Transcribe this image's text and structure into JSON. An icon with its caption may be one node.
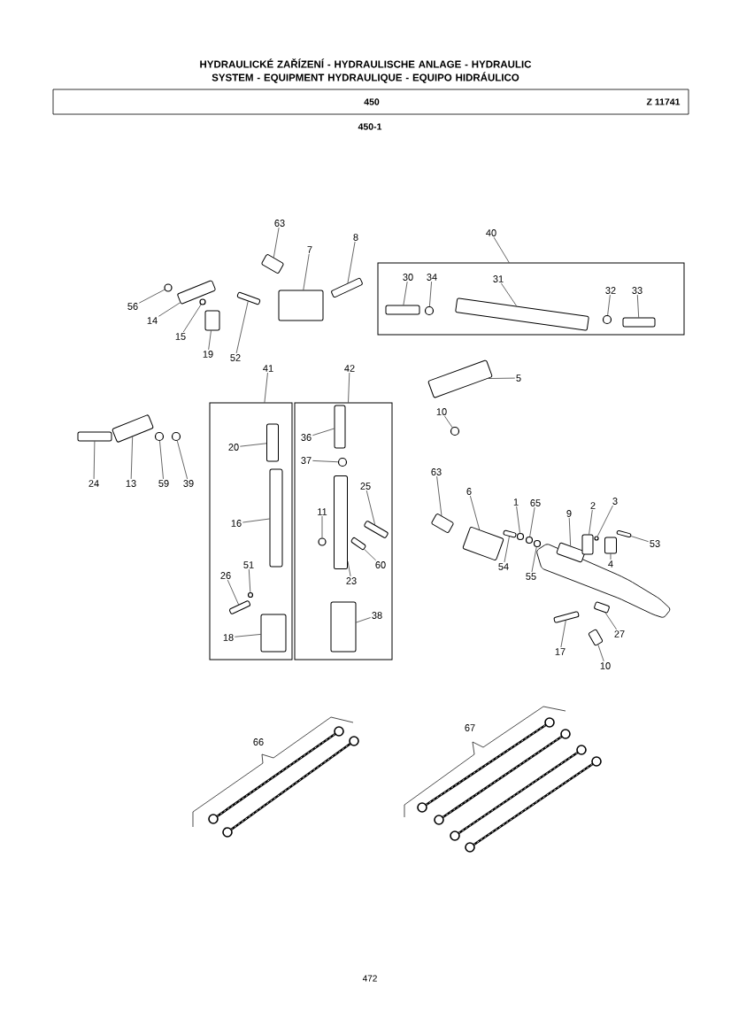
{
  "diagram": {
    "title": "HYDRAULICKÉ ZAŘÍZENÍ - HYDRAULISCHE ANLAGE - HYDRAULIC SYSTEM - EQUIPMENT HYDRAULIQUE - EQUIPO HIDRÁULICO",
    "nodes": [
      {
        "text": [
          "63"
        ]
      },
      {
        "text": [],
        "shape": "box"
      },
      {
        "text": [
          "7"
        ]
      },
      {
        "text": [],
        "shape": "box"
      },
      {
        "text": [
          "8"
        ]
      },
      {
        "text": [],
        "shape": "box"
      },
      {
        "text": [
          "56"
        ]
      },
      {
        "text": [],
        "shape": "circle"
      },
      {
        "text": [
          "14"
        ]
      },
      {
        "text": [],
        "shape": "box"
      },
      {
        "text": [
          "15"
        ]
      },
      {
        "text": [],
        "shape": "circle"
      },
      {
        "text": [
          "19"
        ]
      },
      {
        "text": [],
        "shape": "box"
      },
      {
        "text": [
          "52"
        ]
      },
      {
        "text": [],
        "shape": "box"
      },
      {
        "text": [
          "40"
        ]
      },
      {
        "text": [],
        "shape": "box"
      },
      {
        "text": [
          "30"
        ],
        "in": 17
      },
      {
        "text": [],
        "shape": "box",
        "in": 17
      },
      {
        "text": [
          "34"
        ],
        "in": 17
      },
      {
        "text": [],
        "shape": "circle",
        "in": 17
      },
      {
        "text": [
          "31"
        ],
        "in": 17
      },
      {
        "text": [],
        "shape": "box",
        "in": 17
      },
      {
        "text": [
          "32"
        ],
        "in": 17
      },
      {
        "text": [],
        "shape": "circle",
        "in": 17
      },
      {
        "text": [
          "33"
        ],
        "in": 17
      },
      {
        "text": [],
        "shape": "box",
        "in": 17
      },
      {
        "text": [
          "5"
        ]
      },
      {
        "text": [],
        "shape": "box"
      },
      {
        "text": [
          "41"
        ]
      },
      {
        "text": [],
        "shape": "box"
      },
      {
        "text": [
          "42"
        ]
      },
      {
        "text": [],
        "shape": "box"
      },
      {
        "text": [
          "24"
        ]
      },
      {
        "text": [],
        "shape": "box"
      },
      {
        "text": [
          "13"
        ]
      },
      {
        "text": [],
        "shape": "box"
      },
      {
        "text": [
          "59"
        ]
      },
      {
        "text": [],
        "shape": "circle"
      },
      {
        "text": [
          "39"
        ]
      },
      {
        "text": [],
        "shape": "circle"
      },
      {
        "text": [
          "20"
        ],
        "in": 31
      },
      {
        "text": [],
        "shape": "box",
        "in": 31
      },
      {
        "text": [
          "16"
        ],
        "in": 31
      },
      {
        "text": [],
        "shape": "box",
        "in": 31
      },
      {
        "text": [
          "26"
        ],
        "in": 31
      },
      {
        "text": [],
        "shape": "box",
        "in": 31
      },
      {
        "text": [
          "51"
        ],
        "in": 31
      },
      {
        "text": [],
        "shape": "circle",
        "in": 31
      },
      {
        "text": [
          "18"
        ],
        "in": 31
      },
      {
        "text": [],
        "shape": "box",
        "in": 31
      },
      {
        "text": [
          "36"
        ],
        "in": 33
      },
      {
        "text": [],
        "shape": "box",
        "in": 33
      },
      {
        "text": [
          "37"
        ],
        "in": 33
      },
      {
        "text": [],
        "shape": "circle",
        "in": 33
      },
      {
        "text": [
          "25"
        ],
        "in": 33
      },
      {
        "text": [],
        "shape": "box",
        "in": 33
      },
      {
        "text": [
          "11"
        ],
        "in": 33
      },
      {
        "text": [],
        "shape": "circle",
        "in": 33
      },
      {
        "text": [
          "60"
        ],
        "in": 33
      },
      {
        "text": [],
        "shape": "box",
        "in": 33
      },
      {
        "text": [
          "23"
        ],
        "in": 33
      },
      {
        "text": [],
        "shape": "box",
        "in": 33
      },
      {
        "text": [
          "38"
        ],
        "in": 33
      },
      {
        "text": [],
        "shape": "box",
        "in": 33
      },
      {
        "text": [
          "10"
        ]
      },
      {
        "text": [],
        "shape": "circle"
      },
      {
        "text": [
          "63"
        ]
      },
      {
        "text": [],
        "shape": "box"
      },
      {
        "text": [
          "6"
        ]
      },
      {
        "text": [],
        "shape": "box"
      },
      {
        "text": [
          "1"
        ]
      },
      {
        "text": [],
        "shape": "circle"
      },
      {
        "text": [
          "65"
        ]
      },
      {
        "text": [],
        "shape": "circle"
      },
      {
        "text": [
          "54"
        ]
      },
      {
        "text": [],
        "shape": "box"
      },
      {
        "text": [
          "55"
        ]
      },
      {
        "text": [],
        "shape": "circle"
      },
      {
        "text": [
          "9"
        ]
      },
      {
        "text": [],
        "shape": "box"
      },
      {
        "text": [
          "2"
        ]
      },
      {
        "text": [],
        "shape": "box"
      },
      {
        "text": [
          "3"
        ]
      },
      {
        "text": [],
        "shape": "circle"
      },
      {
        "text": [
          "53"
        ]
      },
      {
        "text": [],
        "shape": "box"
      },
      {
        "text": [
          "4"
        ]
      },
      {
        "text": [],
        "shape": "box"
      },
      {
        "text": [
          "17"
        ]
      },
      {
        "text": [],
        "shape": "box"
      },
      {
        "text": [
          "27"
        ]
      },
      {
        "text": [],
        "shape": "box"
      },
      {
        "text": [
          "10"
        ]
      },
      {
        "text": [],
        "shape": "box"
      }
    ],
    "edges": [
      {
        "from": 0,
        "to": 1,
        "arrow": "none"
      },
      {
        "from": 2,
        "to": 3,
        "arrow": "none"
      },
      {
        "from": 4,
        "to": 5,
        "arrow": "none"
      },
      {
        "from": 6,
        "to": 7,
        "arrow": "none"
      },
      {
        "from": 8,
        "to": 9,
        "arrow": "none"
      },
      {
        "from": 10,
        "to": 11,
        "arrow": "none"
      },
      {
        "from": 12,
        "to": 13,
        "arrow": "none"
      },
      {
        "from": 14,
        "to": 15,
        "arrow": "none"
      },
      {
        "from": 16,
        "to": 17,
        "arrow": "none"
      },
      {
        "from": 18,
        "to": 19,
        "arrow": "none"
      },
      {
        "from": 20,
        "to": 21,
        "arrow": "none"
      },
      {
        "from": 22,
        "to": 23,
        "arrow": "none"
      },
      {
        "from": 24,
        "to": 25,
        "arrow": "none"
      },
      {
        "from": 26,
        "to": 27,
        "arrow": "none"
      },
      {
        "from": 28,
        "to": 29,
        "arrow": "none"
      },
      {
        "from": 30,
        "to": 31,
        "arrow": "none"
      },
      {
        "from": 32,
        "to": 33,
        "arrow": "none"
      },
      {
        "from": 34,
        "to": 35,
        "arrow": "none"
      },
      {
        "from": 36,
        "to": 37,
        "arrow": "none"
      },
      {
        "from": 38,
        "to": 39,
        "arrow": "none"
      },
      {
        "from": 40,
        "to": 41,
        "arrow": "none"
      },
      {
        "from": 42,
        "to": 43,
        "arrow": "none"
      },
      {
        "from": 44,
        "to": 45,
        "arrow": "none"
      },
      {
        "from": 46,
        "to": 47,
        "arrow": "none"
      },
      {
        "from": 48,
        "to": 49,
        "arrow": "none"
      },
      {
        "from": 50,
        "to": 51,
        "arrow": "none"
      },
      {
        "from": 52,
        "to": 53,
        "arrow": "none"
      },
      {
        "from": 54,
        "to": 55,
        "arrow": "none"
      },
      {
        "from": 56,
        "to": 57,
        "arrow": "none"
      },
      {
        "from": 58,
        "to": 59,
        "arrow": "none"
      },
      {
        "from": 60,
        "to": 61,
        "arrow": "none"
      },
      {
        "from": 62,
        "to": 63,
        "arrow": "none"
      },
      {
        "from": 64,
        "to": 65,
        "arrow": "none"
      },
      {
        "from": 66,
        "to": 67,
        "arrow": "none"
      },
      {
        "from": 68,
        "to": 69,
        "arrow": "none"
      },
      {
        "from": 70,
        "to": 71,
        "arrow": "none"
      },
      {
        "from": 72,
        "to": 73,
        "arrow": "none"
      },
      {
        "from": 74,
        "to": 75,
        "arrow": "none"
      },
      {
        "from": 76,
        "to": 77,
        "arrow": "none"
      },
      {
        "from": 78,
        "to": 79,
        "arrow": "none"
      },
      {
        "from": 80,
        "to": 81,
        "arrow": "none"
      },
      {
        "from": 82,
        "to": 83,
        "arrow": "none"
      },
      {
        "from": 84,
        "to": 85,
        "arrow": "none"
      },
      {
        "from": 86,
        "to": 87,
        "arrow": "none"
      },
      {
        "from": 88,
        "to": 89,
        "arrow": "none"
      },
      {
        "from": 90,
        "to": 91,
        "arrow": "none"
      },
      {
        "from": 92,
        "to": 93,
        "arrow": "none"
      },
      {
        "from": 94,
        "to": 95,
        "arrow": "none"
      }
    ],
    "labels": [
      "450",
      "Z 11741",
      "450-1",
      "66",
      "67",
      "472"
    ]
  }
}
